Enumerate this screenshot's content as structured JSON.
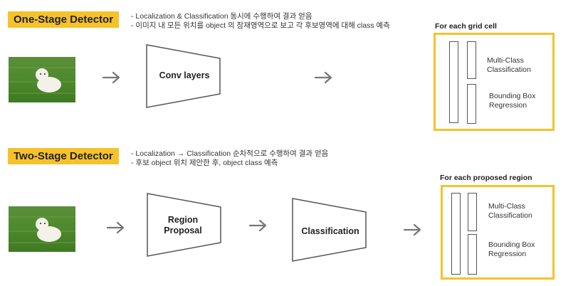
{
  "one_stage": {
    "title": "One-Stage Detector",
    "bullets": [
      "- Localization & Classification 동시에 수행하여 결과 얻음",
      "- 이미지 내 모든 위치를 object 의 잠재영역으로 보고 각 후보영역에 대해 class 예측"
    ],
    "conv_label": "Conv layers",
    "output_title": "For each grid cell",
    "output_classification": [
      "Multi-Class",
      "Classification"
    ],
    "output_regression": [
      "Bounding Box",
      "Regression"
    ]
  },
  "two_stage": {
    "title": "Two-Stage Detector",
    "bullets": [
      "- Localization → Classification 순차적으로 수행하여 결과 얻음",
      "- 후보 object 위치 제안한 후, object class 예측"
    ],
    "region_label": [
      "Region",
      "Proposal"
    ],
    "classification_label": "Classification",
    "output_title": "For each proposed region",
    "output_classification": [
      "Multi-Class",
      "Classification"
    ],
    "output_regression": [
      "Bounding Box",
      "Regression"
    ]
  },
  "colors": {
    "accent": "#f6c22a",
    "arrow": "#777777",
    "outline": "#555555"
  },
  "icons": {
    "arrow": "right-arrow-icon",
    "photo": "dog-on-grass-photo"
  }
}
